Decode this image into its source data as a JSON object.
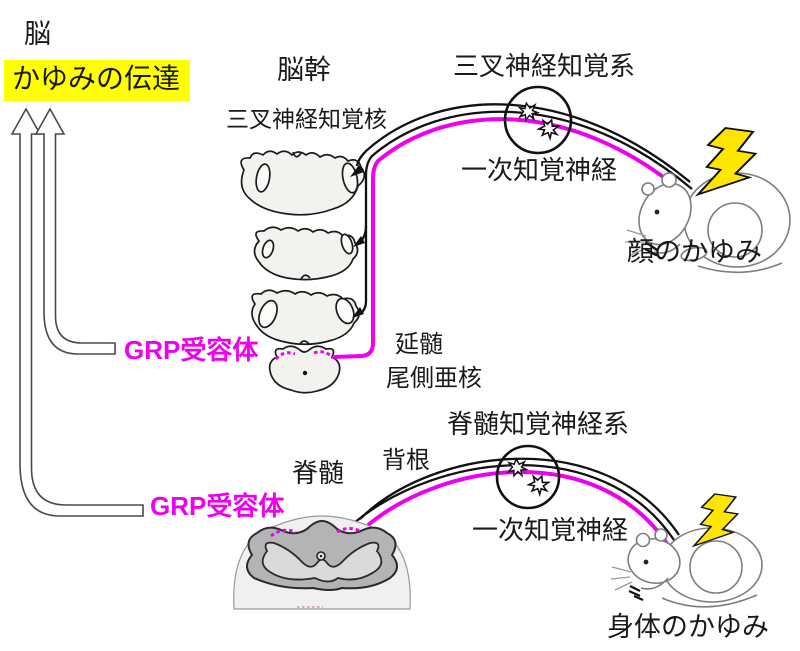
{
  "colors": {
    "magenta": "#ee00ee",
    "highlight_yellow": "#ffff00",
    "lightning_yellow": "#ffe600",
    "text": "#1a1a1a"
  },
  "labels": {
    "brain": "脳",
    "title": "かゆみの伝達",
    "brainstem": "脳幹",
    "trigeminal_system": "三叉神経知覚系",
    "trigeminal_nucleus": "三叉神経知覚核",
    "primary_sensory_upper": "一次知覚神経",
    "face_itch": "顔のかゆみ",
    "grp_receptor_upper": "GRP受容体",
    "medulla": "延髄",
    "caudal_subnucleus": "尾側亜核",
    "spinal_system": "脊髄知覚神経系",
    "dorsal_root": "背根",
    "spinal_cord": "脊髄",
    "grp_receptor_lower": "GRP受容体",
    "primary_sensory_lower": "一次知覚神経",
    "body_itch": "身体のかゆみ"
  }
}
